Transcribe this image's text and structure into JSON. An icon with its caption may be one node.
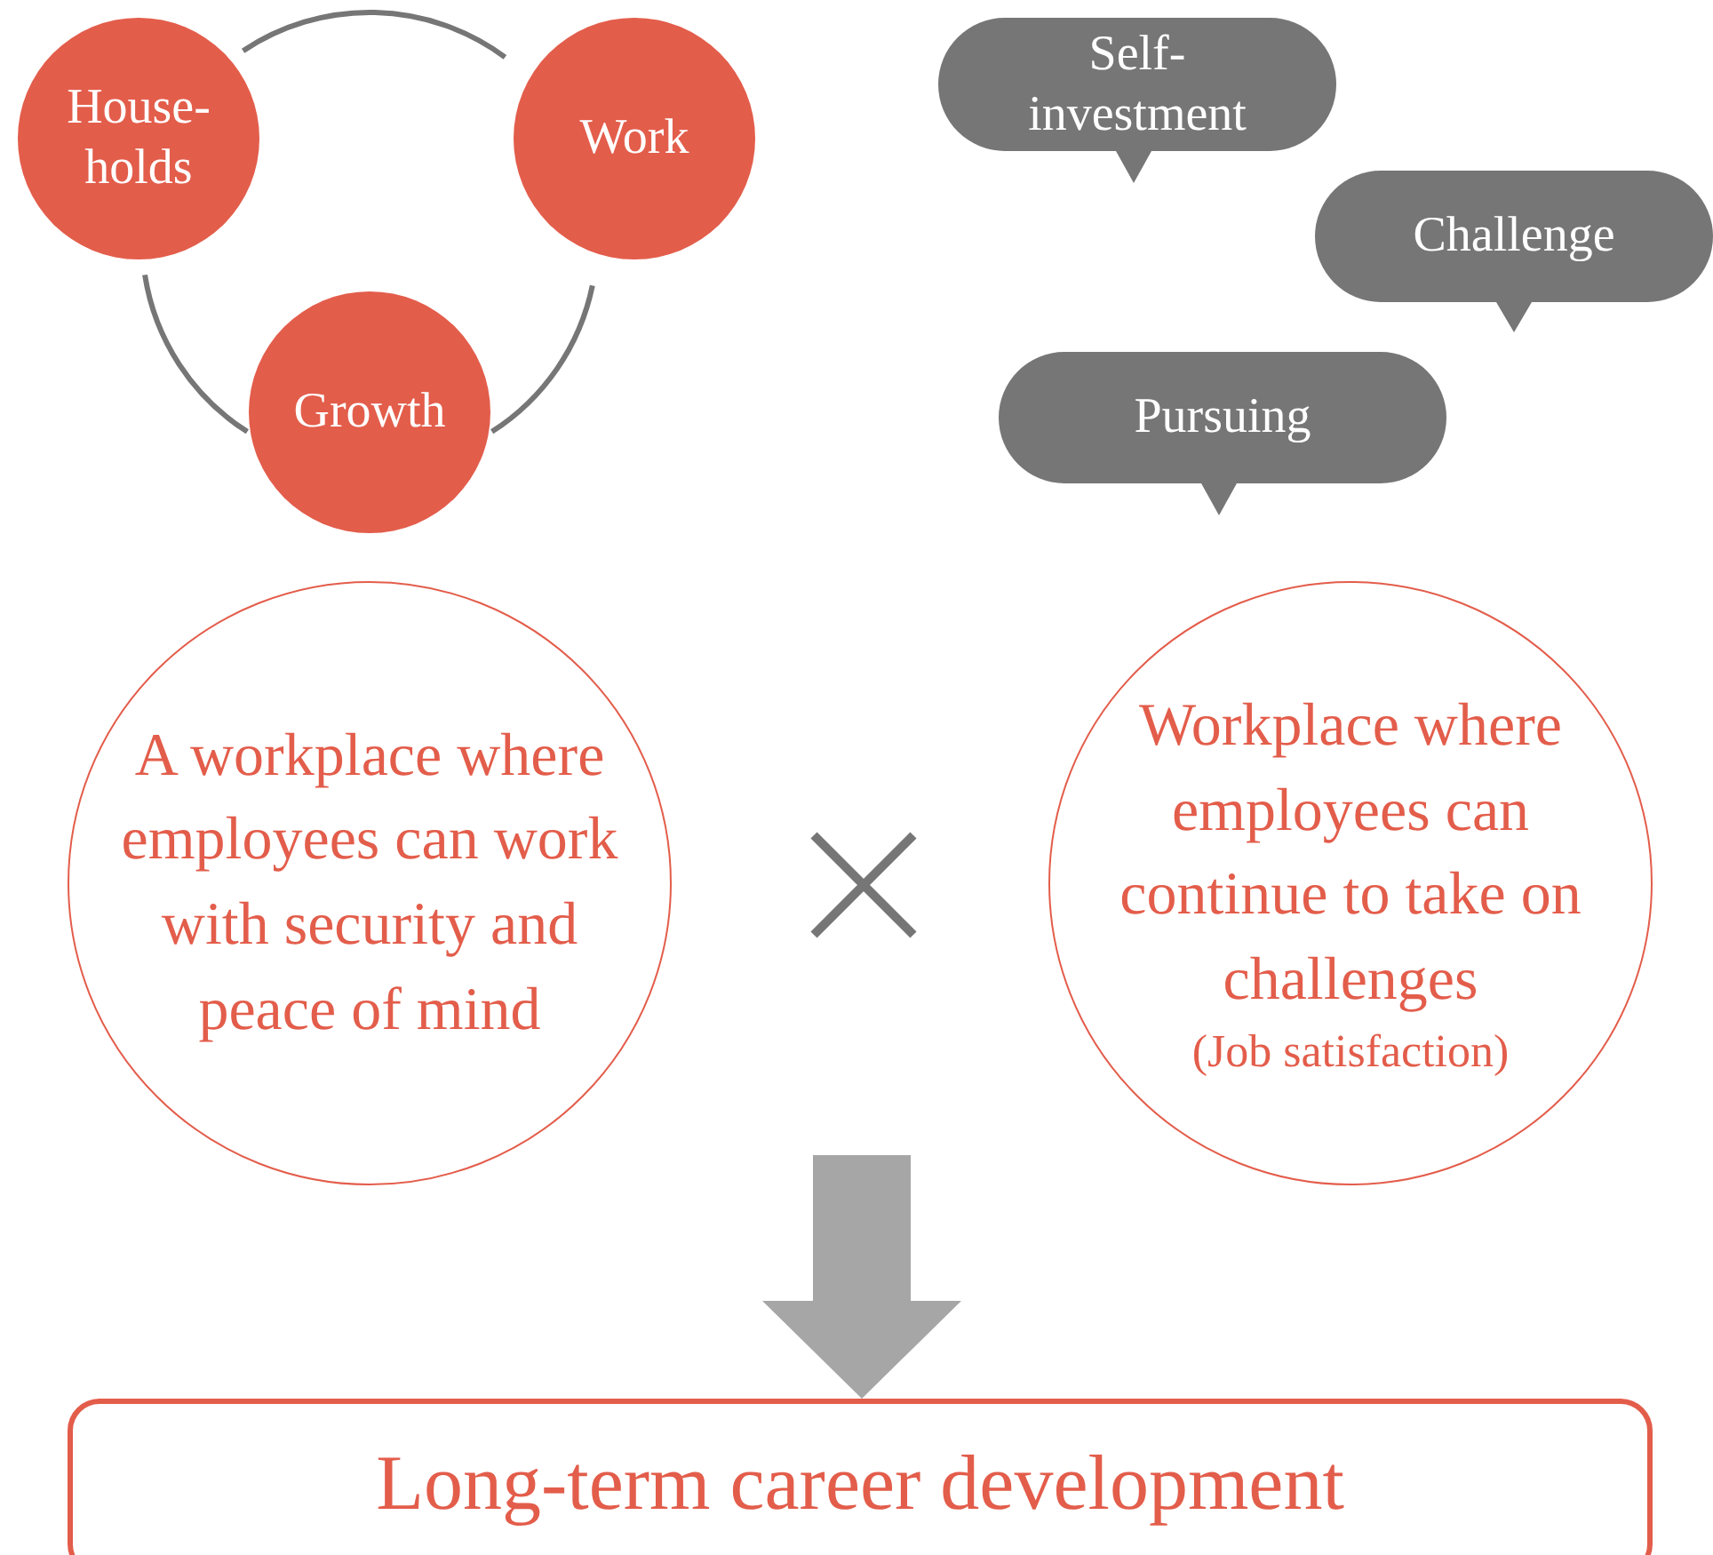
{
  "diagram": {
    "nodes": [
      {
        "text": [
          "House- holds"
        ]
      },
      {
        "text": [
          "Work"
        ]
      },
      {
        "text": [
          "Growth"
        ]
      },
      {
        "text": [
          "Self- investment"
        ]
      },
      {
        "text": [
          "Challenge"
        ]
      },
      {
        "text": [
          "Pursuing"
        ]
      },
      {
        "text": [
          "A workplace where employees can work with security and peace of mind"
        ]
      },
      {
        "text": [
          "Workplace where employees can continue to take on challenges",
          "(Job satisfaction)"
        ]
      },
      {
        "text": [
          "Long-term career development"
        ]
      }
    ],
    "edges": [
      {
        "from": 0,
        "to": 1,
        "arrow": "none"
      },
      {
        "from": 1,
        "to": 2,
        "arrow": "none"
      },
      {
        "from": 2,
        "to": 0,
        "arrow": "none"
      },
      {
        "from": null,
        "to": 8,
        "arrow": "to",
        "style": "thick",
        "color": "#a6a6a6"
      }
    ]
  }
}
